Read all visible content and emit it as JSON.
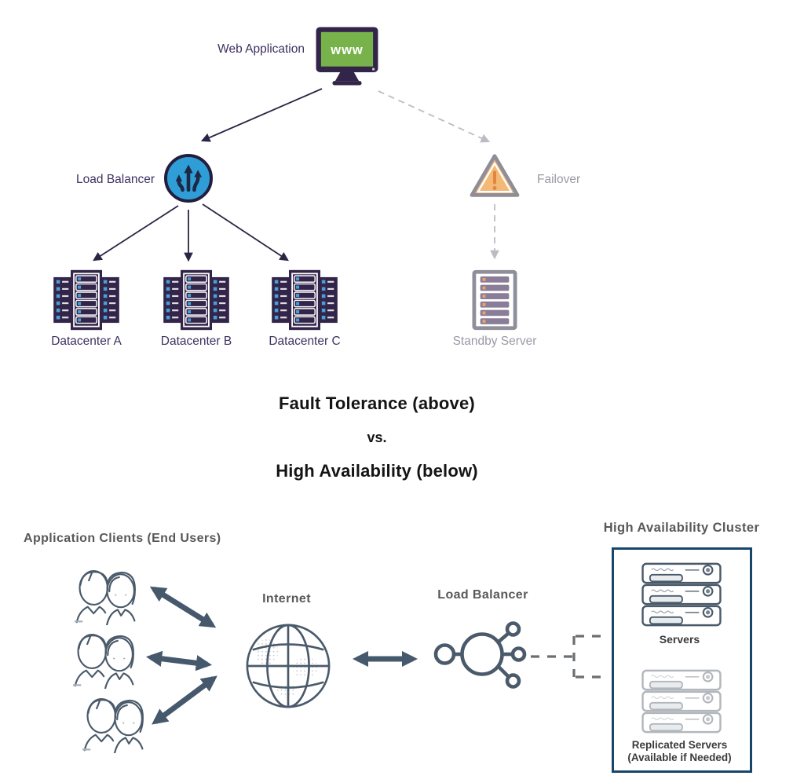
{
  "top": {
    "web_application_label": "Web Application",
    "monitor_text": "www",
    "load_balancer_label": "Load Balancer",
    "failover_label": "Failover",
    "datacenters": [
      {
        "label": "Datacenter A"
      },
      {
        "label": "Datacenter B"
      },
      {
        "label": "Datacenter C"
      }
    ],
    "standby_label": "Standby Server"
  },
  "divider": {
    "title_top": "Fault Tolerance (above)",
    "vs": "vs.",
    "title_bottom": "High Availability (below)"
  },
  "bottom": {
    "clients_label": "Application Clients (End Users)",
    "internet_label": "Internet",
    "load_balancer_label": "Load Balancer",
    "cluster_title": "High Availability Cluster",
    "servers_label": "Servers",
    "replicated_line1": "Replicated Servers",
    "replicated_line2": "(Available if Needed)"
  },
  "colors": {
    "icon_navy": "#322549",
    "label_navy": "#3e3160",
    "label_muted": "#9b99a6",
    "load_balancer_blue": "#2f9ed6",
    "monitor_green": "#77b34a",
    "failover_orange": "#f4b877",
    "failover_border_gray": "#8e8e99",
    "led_blue": "#4a9fd8",
    "standby_slot_purple": "#8a7d97",
    "standby_led_orange": "#e9a36b",
    "slate": "#46586c",
    "bottom_label_gray": "#57585a",
    "cluster_border_blue": "#17466b",
    "replicated_gray": "#b2b7bc"
  }
}
